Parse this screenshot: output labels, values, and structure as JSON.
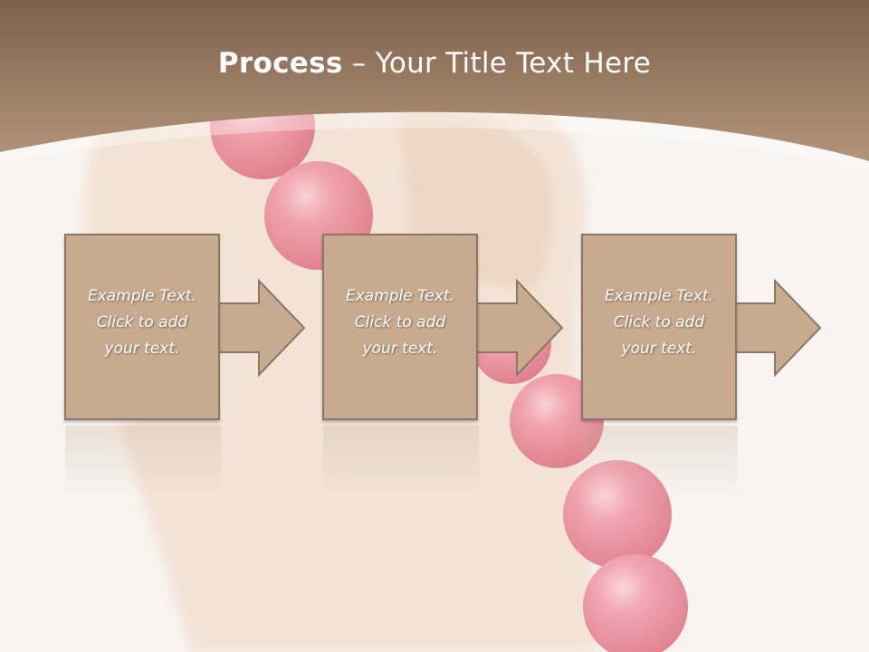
{
  "slide": {
    "title_bold": "Process",
    "title_rest": " – Your Title Text Here",
    "steps": [
      {
        "text": "Example Text.\nClick  to add\nyour text."
      },
      {
        "text": "Example Text.\nClick  to add\nyour text."
      },
      {
        "text": "Example Text.\nClick  to add\nyour text."
      }
    ]
  },
  "colors": {
    "header_band": "#a98b6f",
    "step_fill": "#c8ab8f",
    "step_border": "#8b7766",
    "beads": "#e57d8e",
    "background": "#f7f4f1"
  },
  "background_image": "foot with pink bead bracelet"
}
